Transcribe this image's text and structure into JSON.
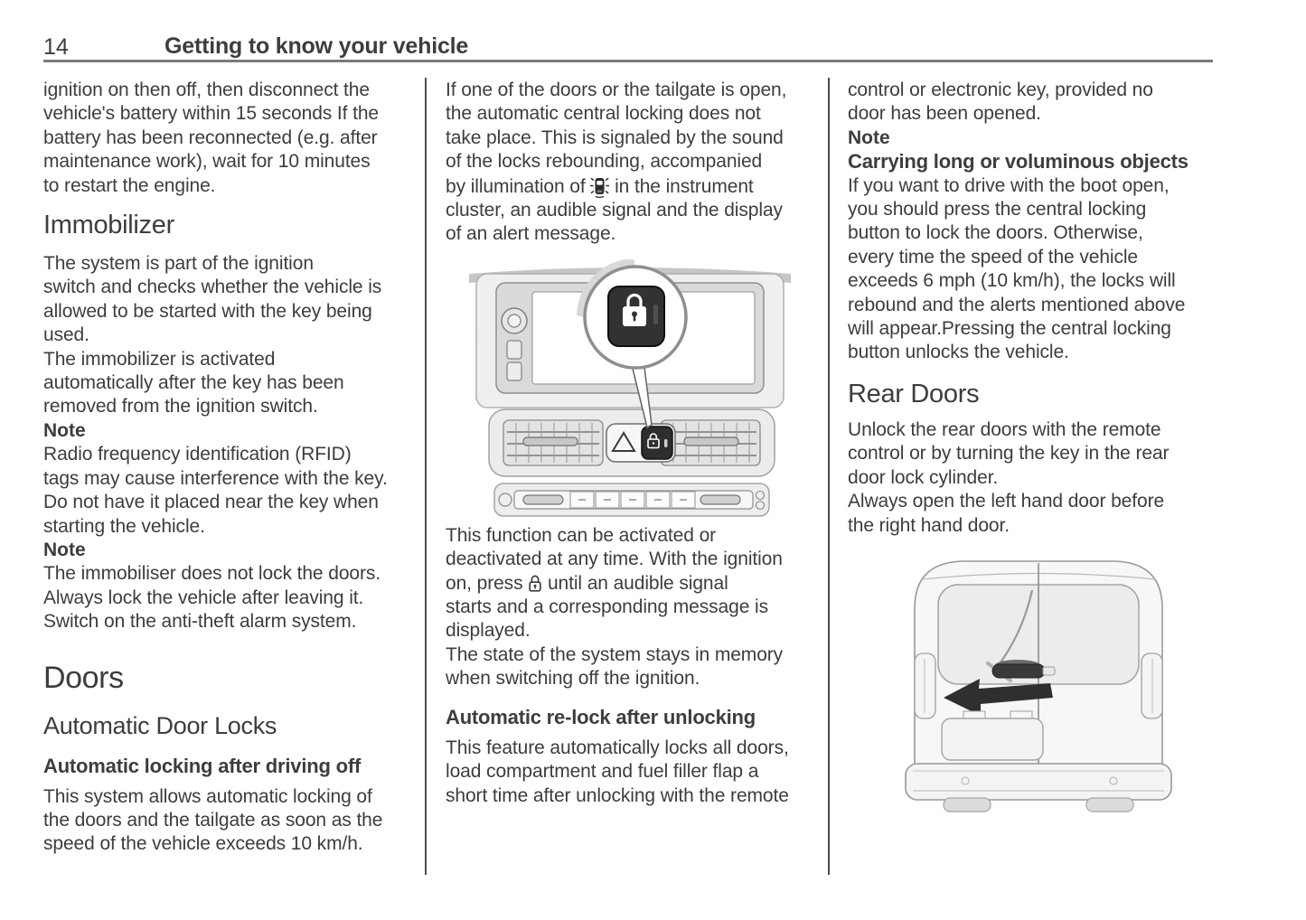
{
  "header": {
    "page_number": "14",
    "chapter_title": "Getting to know your vehicle"
  },
  "column1": {
    "para_battery": "ignition on then off, then disconnect the\nvehicle's battery within 15 seconds If the\nbattery has been reconnected (e.g. after\nmaintenance work), wait for 10 minutes\nto restart the engine.",
    "heading_immobilizer": "Immobilizer",
    "para_immobilizer_1": "The system is part of the ignition\nswitch and checks whether the vehicle is\nallowed to be started with the key being\nused.",
    "para_immobilizer_2": "The immobilizer is activated\nautomatically after the key has been\nremoved from the ignition switch.",
    "note1": {
      "label": "Note",
      "text": "Radio frequency identification (RFID)\ntags may cause interference with the key.\nDo not have it placed near the key when\nstarting the vehicle."
    },
    "note2": {
      "label": "Note",
      "text": "The immobiliser does not lock the doors.\nAlways lock the vehicle after leaving it.\nSwitch on the anti-theft alarm system."
    },
    "heading_doors": "Doors",
    "heading_automatic_door_locks": "Automatic Door Locks",
    "subheading_auto_locking": "Automatic locking after driving off",
    "para_auto_locking": "This system allows automatic locking of\nthe doors and the tailgate as soon as the\nspeed of the vehicle exceeds 10 km/h."
  },
  "column2": {
    "para_open_pre": "If one of the doors or the tailgate is open,\nthe automatic central locking does not\ntake place. This is signaled by the sound\nof the locks rebounding, accompanied\nby illumination of ",
    "para_open_post": " in the instrument\ncluster, an audible signal and the display\nof an alert message.",
    "para_function_pre": "This function can be activated or\ndeactivated at any time. With the ignition\non, press ",
    "para_function_post": " until an audible signal\nstarts and a corresponding message is\ndisplayed.\nThe state of the system stays in memory\nwhen switching off the ignition.",
    "subheading_relock": "Automatic re-lock after unlocking",
    "para_relock": "This feature automatically locks all doors,\nload compartment and fuel filler flap a\nshort time after unlocking with the remote"
  },
  "column3": {
    "para_remote_continued": "control or electronic key, provided no\ndoor has been opened.",
    "note_label": "Note",
    "note_title": "Carrying long or voluminous objects",
    "para_boot": "If you want to drive with the boot open,\nyou should press the central locking\nbutton to lock the doors. Otherwise,\nevery time the speed of the vehicle\nexceeds 6 mph (10 km/h), the locks will\nrebound and the alerts mentioned above\nwill appear.Pressing the central locking\nbutton unlocks the vehicle.",
    "heading_rear_doors": "Rear Doors",
    "para_rear_doors": "Unlock the rear doors with the remote\ncontrol or by turning the key in the rear\ndoor lock cylinder.\nAlways open the left hand door before\nthe right hand door."
  },
  "icons": {
    "deadlock_warning": "vehicle-deadlock-indicator-icon",
    "central_locking": "padlock-icon"
  },
  "colors": {
    "text": "#3d3d3d",
    "rule": "#7b7b7b",
    "divider": "#4d4d4d",
    "dark_button": "#323232"
  }
}
